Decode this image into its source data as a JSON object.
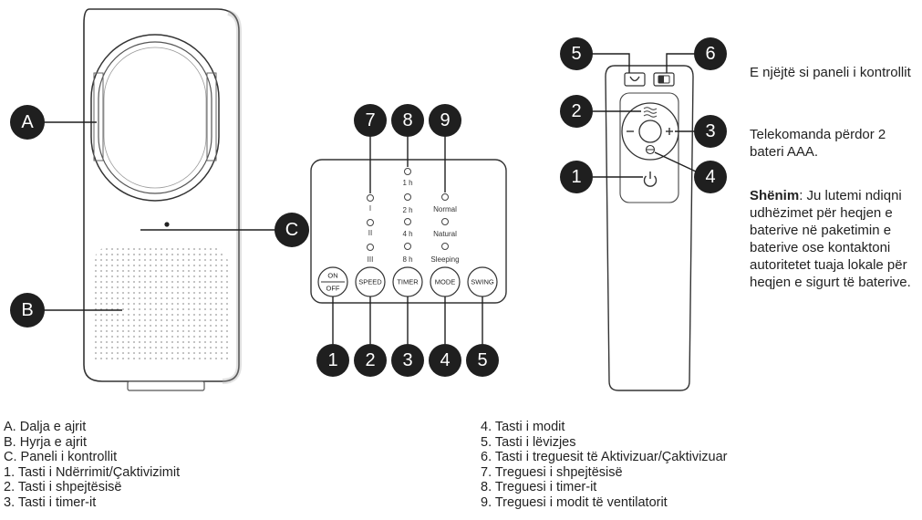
{
  "callouts": {
    "A": "A",
    "B": "B",
    "C": "C",
    "panel_1": "1",
    "panel_2": "2",
    "panel_3": "3",
    "panel_4": "4",
    "panel_5": "5",
    "panel_7": "7",
    "panel_8": "8",
    "panel_9": "9",
    "remote_1": "1",
    "remote_2": "2",
    "remote_3": "3",
    "remote_4": "4",
    "remote_5": "5",
    "remote_6": "6"
  },
  "panel": {
    "speed_levels": [
      "I",
      "II",
      "III"
    ],
    "timer_levels": [
      "1 h",
      "2 h",
      "4 h",
      "8 h"
    ],
    "mode_levels": [
      "Normal",
      "Natural",
      "Sleeping"
    ],
    "buttons": {
      "on": "ON",
      "off": "OFF",
      "speed": "SPEED",
      "timer": "TIMER",
      "mode": "MODE",
      "swing": "SWING"
    }
  },
  "remote_notes": {
    "same_as_panel": "E njëjtë si paneli i kontrollit",
    "batteries": "Telekomanda përdor 2 bateri AAA.",
    "note_label": "Shënim",
    "note_text": ": Ju lutemi ndiqni udhëzimet për heqjen e baterive në paketimin e baterive ose kontaktoni autoritetet tuaja lokale për heqjen e sigurt të baterive."
  },
  "legend_left": [
    "A. Dalja e ajrit",
    "B. Hyrja e ajrit",
    "C. Paneli i kontrollit",
    "1. Tasti i Ndërrimit/Çaktivizimit",
    "2. Tasti i shpejtësisë",
    "3. Tasti i timer-it"
  ],
  "legend_right": [
    "4. Tasti i modit",
    "5. Tasti i lëvizjes",
    "6. Tasti i treguesit të Aktivizuar/Çaktivizuar",
    "7. Treguesi i shpejtësisë",
    "8. Treguesi i timer-it",
    "9. Treguesi i modit të ventilatorit"
  ]
}
